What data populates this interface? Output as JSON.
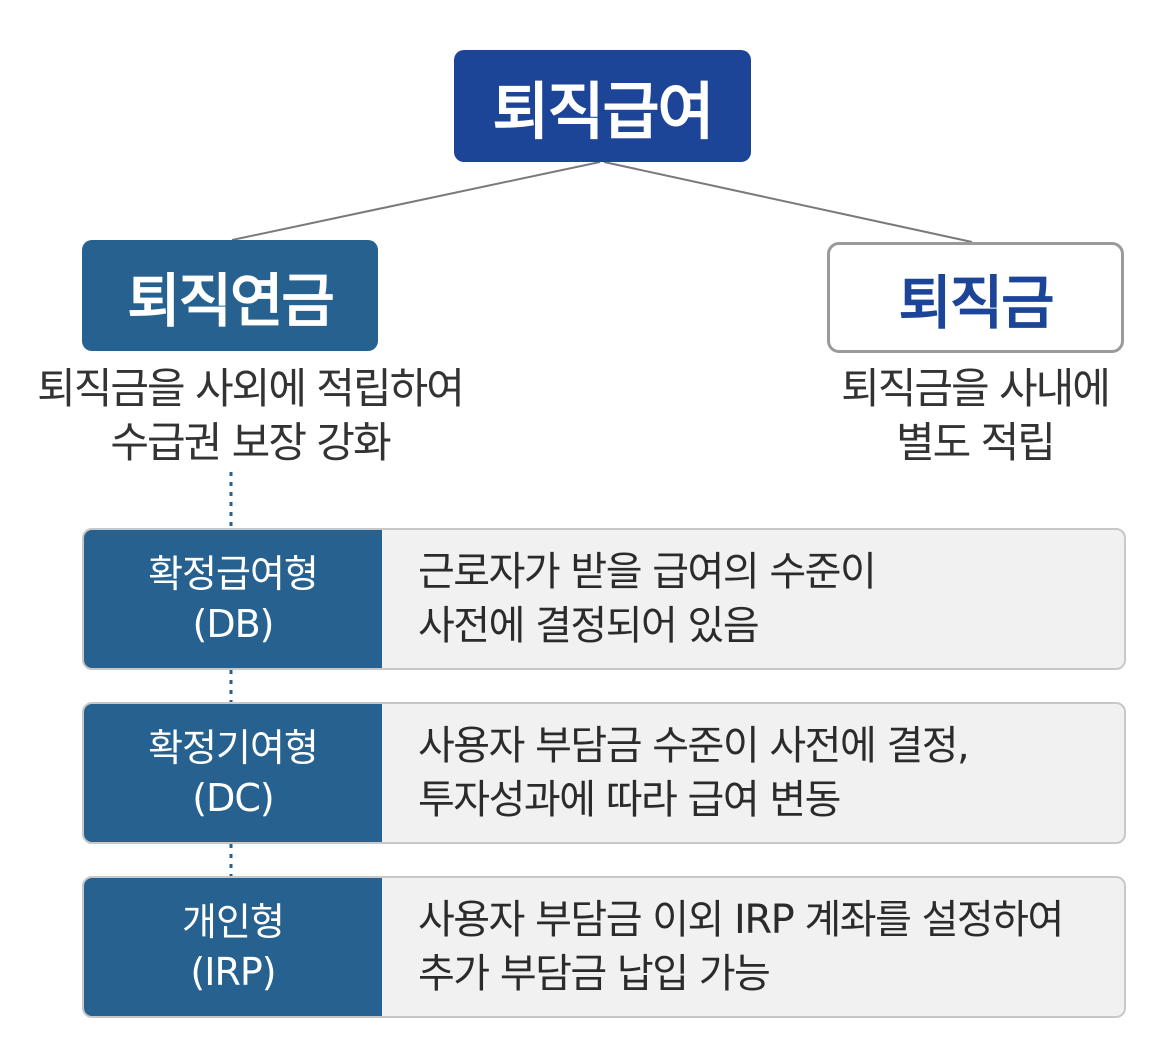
{
  "diagram": {
    "root": "퇴직급여",
    "left_branch": {
      "title": "퇴직연금",
      "desc_line1": "퇴직금을 사외에 적립하여",
      "desc_line2": "수급권 보장 강화"
    },
    "right_branch": {
      "title": "퇴직금",
      "desc_line1": "퇴직금을 사내에",
      "desc_line2": "별도 적립"
    },
    "types": [
      {
        "name": "확정급여형",
        "code": "(DB)",
        "line1": "근로자가 받을 급여의 수준이",
        "line2": "사전에 결정되어 있음"
      },
      {
        "name": "확정기여형",
        "code": "(DC)",
        "line1": "사용자 부담금 수준이 사전에 결정,",
        "line2": "투자성과에 따라 급여 변동"
      },
      {
        "name": "개인형",
        "code": "(IRP)",
        "line1": "사용자 부담금 이외 IRP 계좌를 설정하여",
        "line2": "추가 부담금 납입 가능"
      }
    ]
  },
  "colors": {
    "root_fill": "#1d4597",
    "branch_fill": "#27618f",
    "right_title": "#1d4597",
    "row_bg": "#f1f1f1"
  }
}
